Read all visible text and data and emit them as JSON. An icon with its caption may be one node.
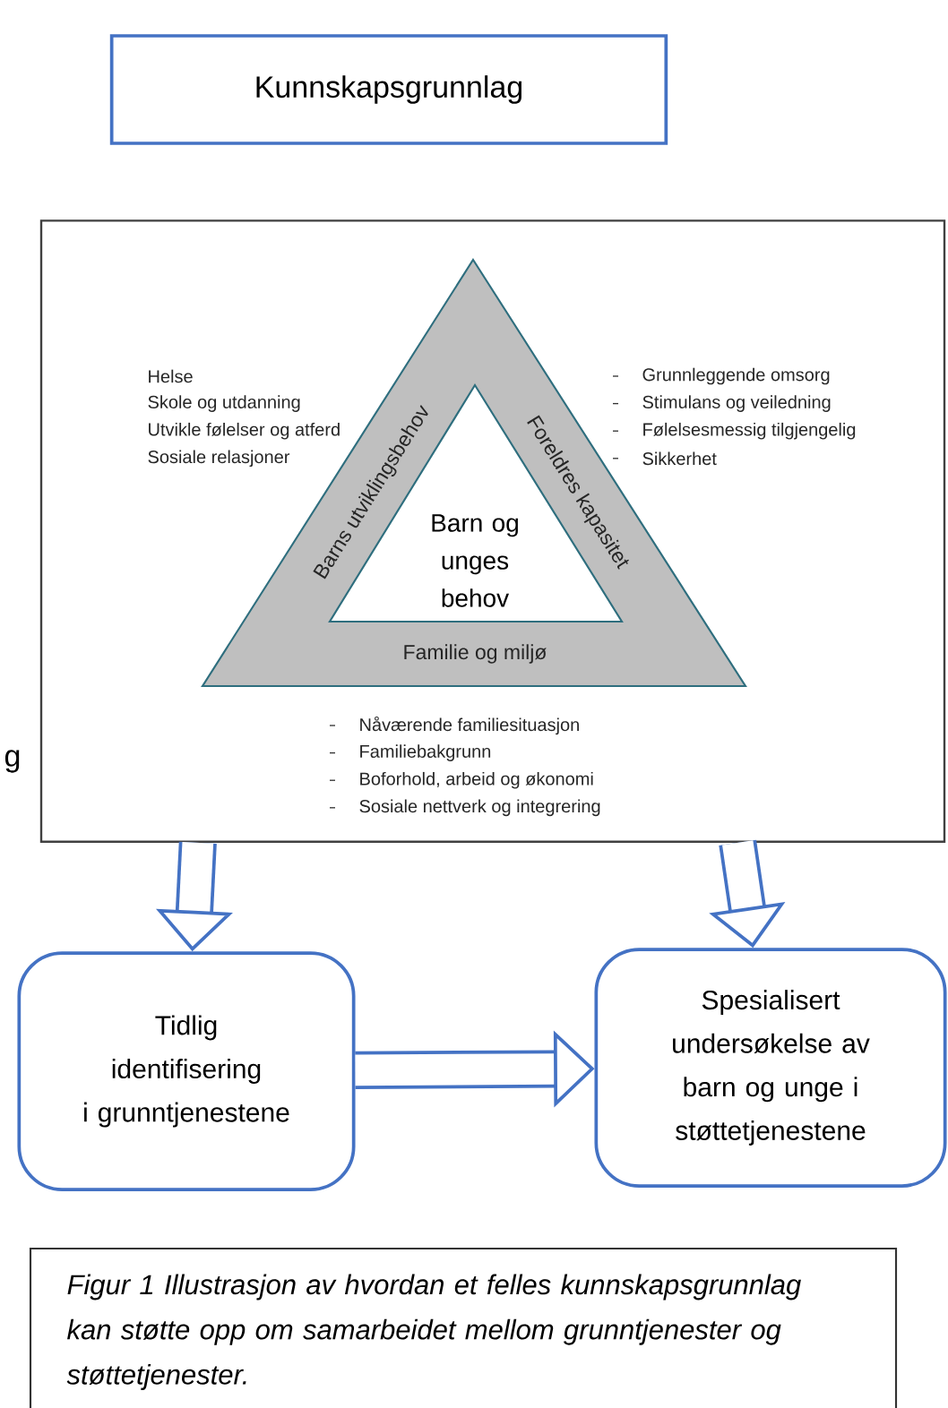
{
  "diagram": {
    "caption": "Figur 1 Illustrasjon av hvordan et felles kunnskapsgrunnlag kan støtte opp om samarbeidet mellom grunntjenester og støttetjenester.",
    "nodes": [
      {
        "text": [
          "Kunnskapsgrunnlag"
        ]
      },
      {
        "text": [],
        "shape": "box"
      },
      {
        "text": [
          "Barns utviklingsbehov",
          "Foreldres kapasitet",
          "Familie og miljø"
        ],
        "in": 1
      },
      {
        "text": [
          "Barn og unges behov"
        ],
        "in": 2
      },
      {
        "text": [
          "Tidlig identifisering i grunntjenestene"
        ]
      },
      {
        "text": [
          "Spesialisert undersøkelse av barn og unge i støttetjenestene"
        ]
      }
    ],
    "edges": [
      {
        "from": 1,
        "to": 4,
        "arrow": "to"
      },
      {
        "from": 1,
        "to": 5,
        "arrow": "to"
      },
      {
        "from": 4,
        "to": 5,
        "arrow": "to"
      }
    ],
    "labels": [
      "Helse",
      "Skole og utdanning",
      "Utvikle følelser og atferd",
      "Sosiale relasjoner",
      "Grunnleggende omsorg",
      "Stimulans og veiledning",
      "Følelsesmessig tilgjengelig",
      "Sikkerhet",
      "g",
      "Nåværende familiesituasjon",
      "Familiebakgrunn",
      "Boforhold, arbeid og økonomi",
      "Sosiale nettverk og integrering"
    ]
  }
}
